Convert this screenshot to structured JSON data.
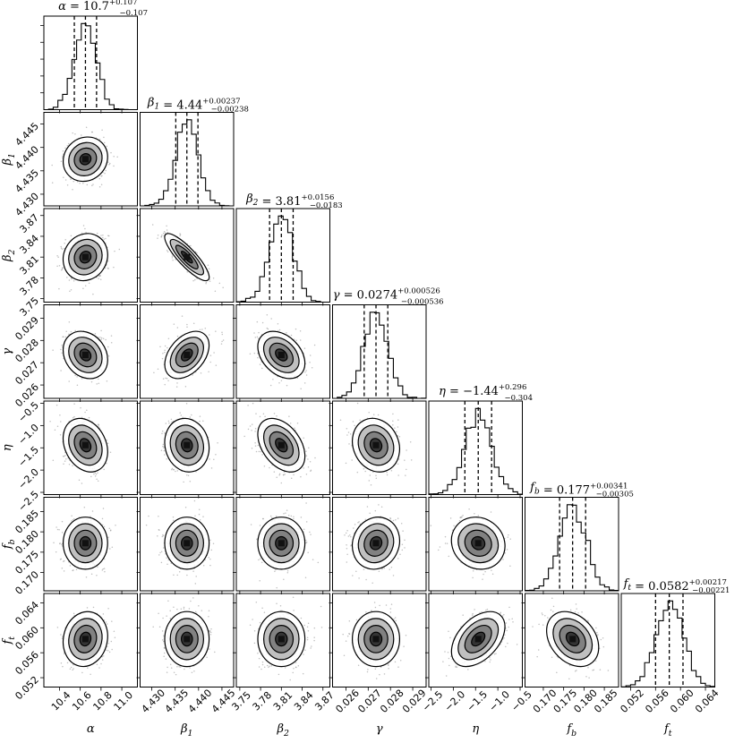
{
  "chart_data": {
    "type": "corner",
    "description_labels": [
      "α",
      "β1",
      "β2",
      "γ",
      "η",
      "fb",
      "ft"
    ],
    "params": [
      {
        "axis_label": "α",
        "title_name": "α",
        "median": "10.7",
        "plus": "+0.107",
        "minus": "−0.107",
        "center": 10.65,
        "sigma": 0.107,
        "range": [
          10.25,
          11.15
        ],
        "ticks": [
          10.4,
          10.6,
          10.8,
          11.0
        ],
        "tick_labels": [
          "10.4",
          "10.6",
          "10.8",
          "11.0"
        ]
      },
      {
        "axis_label": "β1",
        "title_name": "β1",
        "median": "4.44",
        "plus": "+0.00237",
        "minus": "−0.00238",
        "center": 4.4375,
        "sigma": 0.00237,
        "range": [
          4.4275,
          4.4475
        ],
        "ticks": [
          4.43,
          4.435,
          4.44,
          4.445
        ],
        "tick_labels": [
          "4.430",
          "4.435",
          "4.440",
          "4.445"
        ]
      },
      {
        "axis_label": "β2",
        "title_name": "β2",
        "median": "3.81",
        "plus": "+0.0156",
        "minus": "−0.0183",
        "center": 3.81,
        "sigma": 0.017,
        "range": [
          3.745,
          3.88
        ],
        "ticks": [
          3.75,
          3.78,
          3.81,
          3.84,
          3.87
        ],
        "tick_labels": [
          "3.75",
          "3.78",
          "3.81",
          "3.84",
          "3.87"
        ]
      },
      {
        "axis_label": "γ",
        "title_name": "γ",
        "median": "0.0274",
        "plus": "+0.000526",
        "minus": "−0.000536",
        "center": 0.02735,
        "sigma": 0.00053,
        "range": [
          0.0254,
          0.0296
        ],
        "ticks": [
          0.026,
          0.027,
          0.028,
          0.029
        ],
        "tick_labels": [
          "0.026",
          "0.027",
          "0.028",
          "0.029"
        ]
      },
      {
        "axis_label": "η",
        "title_name": "η",
        "median": "−1.44",
        "plus": "+0.296",
        "minus": "−0.304",
        "center": -1.44,
        "sigma": 0.3,
        "range": [
          -2.55,
          -0.45
        ],
        "ticks": [
          -2.5,
          -2.0,
          -1.5,
          -1.0,
          -0.5
        ],
        "tick_labels": [
          "−2.5",
          "−2.0",
          "−1.5",
          "−1.0",
          "−0.5"
        ]
      },
      {
        "axis_label": "fb",
        "title_name": "fb",
        "median": "0.177",
        "plus": "+0.00341",
        "minus": "−0.00305",
        "center": 0.1772,
        "sigma": 0.0032,
        "range": [
          0.1655,
          0.1885
        ],
        "ticks": [
          0.17,
          0.175,
          0.18,
          0.185
        ],
        "tick_labels": [
          "0.170",
          "0.175",
          "0.180",
          "0.185"
        ]
      },
      {
        "axis_label": "ft",
        "title_name": "ft",
        "median": "0.0582",
        "plus": "+0.00217",
        "minus": "−0.00221",
        "center": 0.0582,
        "sigma": 0.0022,
        "range": [
          0.0505,
          0.0655
        ],
        "ticks": [
          0.052,
          0.056,
          0.06,
          0.064
        ],
        "tick_labels": [
          "0.052",
          "0.056",
          "0.060",
          "0.064"
        ]
      }
    ],
    "correlations": [
      [
        1.0,
        0.1,
        0.1,
        -0.2,
        -0.25,
        0.0,
        0.1
      ],
      [
        0.1,
        1.0,
        -0.85,
        0.4,
        -0.1,
        0.0,
        0.0
      ],
      [
        0.1,
        -0.85,
        1.0,
        -0.35,
        -0.4,
        0.0,
        0.0
      ],
      [
        -0.2,
        0.4,
        -0.35,
        1.0,
        -0.15,
        0.1,
        0.0
      ],
      [
        -0.25,
        -0.1,
        -0.4,
        -0.15,
        1.0,
        -0.1,
        0.45
      ],
      [
        0.0,
        0.0,
        0.0,
        0.1,
        -0.1,
        1.0,
        -0.3
      ],
      [
        0.1,
        0.0,
        0.0,
        0.0,
        0.45,
        -0.3,
        1.0
      ]
    ],
    "quantile_lines": [
      0.16,
      0.5,
      0.84
    ],
    "contour_levels_sigma": [
      0.5,
      1.0,
      1.5,
      2.0
    ],
    "colors": {
      "line": "#000000",
      "scatter": "#8c8c8c",
      "frame": "#000000"
    }
  }
}
